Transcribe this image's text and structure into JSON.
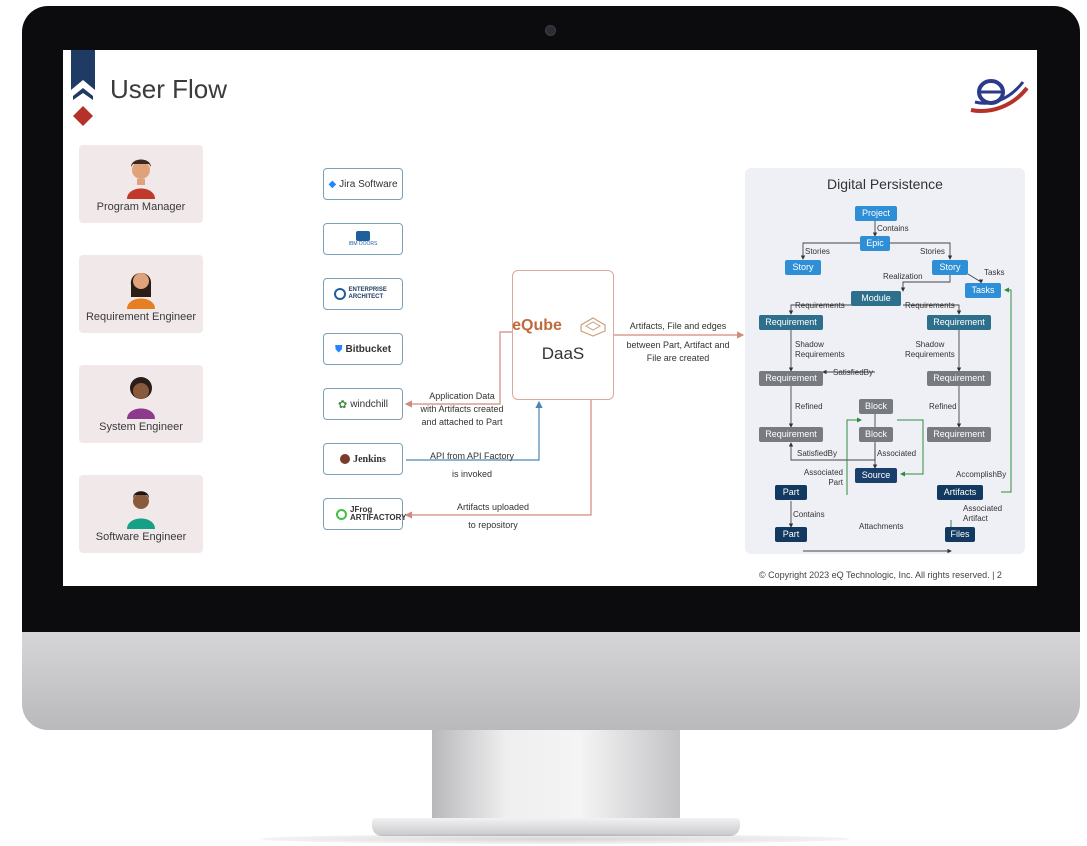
{
  "slide": {
    "title": "User Flow",
    "copyright": "© Copyright 2023 eQ Technologic, Inc. All rights reserved.  |  2"
  },
  "personas": [
    {
      "label": "Program Manager",
      "shirt": "#c0392b",
      "skin": "#e0a27a"
    },
    {
      "label": "Requirement Engineer",
      "shirt": "#e67e22",
      "skin": "#e0a27a"
    },
    {
      "label": "System Engineer",
      "shirt": "#8e3a8c",
      "skin": "#8a5a3c"
    },
    {
      "label": "Software Engineer",
      "shirt": "#16a085",
      "skin": "#8a5a3c"
    }
  ],
  "tools": [
    {
      "label": "Jira Software",
      "icon": "jira-icon"
    },
    {
      "label": "IBM DOORS",
      "icon": "doors-icon"
    },
    {
      "label": "ENTERPRISE ARCHITECT",
      "icon": "enterprise-architect-icon"
    },
    {
      "label": "Bitbucket",
      "icon": "bitbucket-icon"
    },
    {
      "label": "windchill",
      "icon": "windchill-icon"
    },
    {
      "label": "Jenkins",
      "icon": "jenkins-icon"
    },
    {
      "label": "JFrog ARTIFACTORY",
      "icon": "artifactory-icon"
    }
  ],
  "daas": {
    "brand": "eQube",
    "name": "DaaS"
  },
  "flows": {
    "app_data_1": "Application Data",
    "app_data_2": "with Artifacts created",
    "app_data_3": "and attached to Part",
    "api_1": "API from API Factory",
    "api_2": "is invoked",
    "upload_1": "Artifacts uploaded",
    "upload_2": "to repository",
    "out_1": "Artifacts, File and edges",
    "out_2": "between Part, Artifact and",
    "out_3": "File are created"
  },
  "persistence": {
    "title": "Digital Persistence",
    "nodes": {
      "project": "Project",
      "epic": "Epic",
      "story_left": "Story",
      "story_right": "Story",
      "tasks": "Tasks",
      "module": "Module",
      "req_l1": "Requirement",
      "req_r1": "Requirement",
      "req_l2": "Requirement",
      "req_r2": "Requirement",
      "block1": "Block",
      "req_l3": "Requirement",
      "block2": "Block",
      "req_r3": "Requirement",
      "source": "Source",
      "part1": "Part",
      "artifacts": "Artifacts",
      "part2": "Part",
      "files": "Files"
    },
    "edges": {
      "contains": "Contains",
      "stories_l": "Stories",
      "stories_r": "Stories",
      "tasks": "Tasks",
      "realization": "Realization",
      "requirements_l": "Requirements",
      "requirements_r": "Requirements",
      "shadow_l_1": "Shadow",
      "shadow_l_2": "Requirements",
      "shadow_r_1": "Shadow",
      "shadow_r_2": "Requirements",
      "satisfied_1": "SatisfiedBy",
      "refined_l": "Refined",
      "refined_r": "Refined",
      "satisfied_2": "SatisfiedBy",
      "associated": "Associated",
      "assoc_part_1": "Associated",
      "assoc_part_2": "Part",
      "accomplish": "AccomplishBy",
      "contains2": "Contains",
      "assoc_art_1": "Associated",
      "assoc_art_2": "Artifact",
      "attachments": "Attachments"
    }
  },
  "colors": {
    "accent_red": "#b5322b",
    "accent_navy": "#1f3b64",
    "arrow_red": "#d28a7c",
    "arrow_blue": "#4a87b5",
    "arrow_green": "#2e8b3e"
  }
}
